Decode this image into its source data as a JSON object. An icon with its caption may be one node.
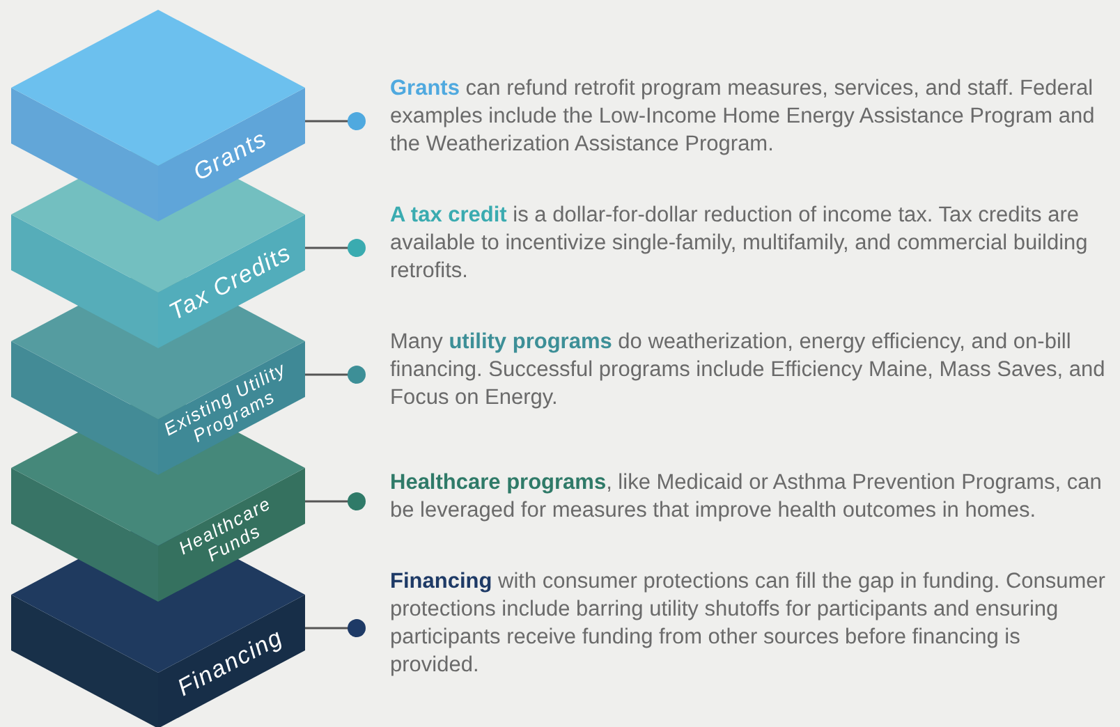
{
  "diagram": {
    "nodes": [
      {
        "text": [
          "Grants"
        ]
      },
      {
        "text": [
          "Tax Credits"
        ]
      },
      {
        "text": [
          "Existing Utility Programs"
        ]
      },
      {
        "text": [
          "Healthcare Funds"
        ]
      },
      {
        "text": [
          "Financing"
        ]
      },
      {
        "text": [
          "**Grants** can refund retrofit program measures, services, and staff. Federal examples include the Low-Income Home Energy Assistance Program and the Weatherization Assistance Program."
        ]
      },
      {
        "text": [
          "**A tax credit** is a dollar-for-dollar reduction of income tax. Tax credits are available to incentivize single-family, multifamily, and commercial building retrofits."
        ]
      },
      {
        "text": [
          "Many **utility programs** do weatherization, energy efficiency, and on-bill financing. Successful programs include Efficiency Maine, Mass Saves, and Focus on Energy."
        ]
      },
      {
        "text": [
          "**Healthcare programs**, like Medicaid or Asthma Prevention Programs, can be leveraged for measures that improve health outcomes in homes."
        ]
      },
      {
        "text": [
          "**Financing** with consumer protections can fill the gap in funding. Consumer protections include barring utility shutoffs for participants and ensuring participants receive funding from other sources before financing is provided."
        ]
      }
    ],
    "edges": [
      {
        "from": 0,
        "to": 5,
        "arrow": "other"
      },
      {
        "from": 1,
        "to": 6,
        "arrow": "other"
      },
      {
        "from": 2,
        "to": 7,
        "arrow": "other"
      },
      {
        "from": 3,
        "to": 8,
        "arrow": "other"
      },
      {
        "from": 4,
        "to": 9,
        "arrow": "other"
      }
    ]
  }
}
